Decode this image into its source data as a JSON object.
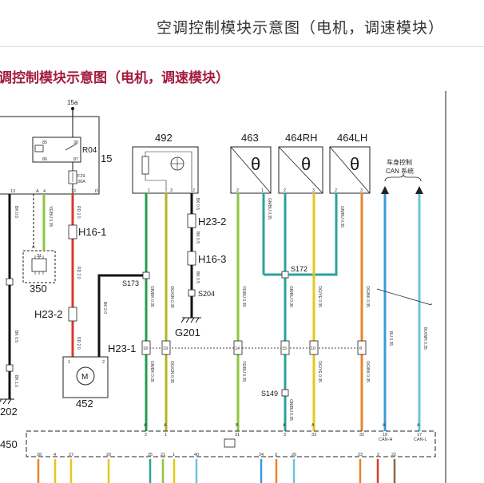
{
  "header": {
    "page_title": "空调控制模块示意图（电机，调速模块）",
    "section_title": "调控制模块示意图（电机，调速模块）"
  },
  "components": {
    "fuse_block_top": "15a",
    "relay": "R04",
    "fuse_block_right": "15",
    "fuse": "F29",
    "fuse_rating": "30A",
    "relay_pins": [
      "85",
      "86",
      "30",
      "87"
    ],
    "module_492": "492",
    "module_463": "463",
    "module_464rh": "464RH",
    "module_464lh": "464LH",
    "motor_symbol": "M",
    "motor_ref": "452",
    "sensor_ref": "350",
    "sensor_pin": "31",
    "ground": "G201",
    "bottom_connector": "450",
    "left_ground": "202",
    "theta": "θ",
    "can_title_line1": "车身控制",
    "can_title_line2": "CAN 系统"
  },
  "connectors": {
    "h16_1": "H16-1",
    "h16_3": "H16-3",
    "h23_2_left": "H23-2",
    "h23_2_right": "H23-2",
    "h23_1": "H23-1"
  },
  "splices": {
    "s172": "S172",
    "s173": "S173",
    "s204": "S204",
    "s149": "S149"
  },
  "wire_labels": {
    "bk05_left": "BK 0.5",
    "bk05_left2": "BK 0.5",
    "bk10_left": "BK 1.0",
    "yebu": "YE/BU 0.35",
    "rd10": "RD 1.0",
    "rd20_a": "RD 2.0",
    "rd20_b": "RD 2.0",
    "bk20": "BK 2.0",
    "gnbk": "GN/BK 0.35",
    "gnbk_low": "GN/BK 0.35",
    "oggn": "OG/GN 0.35",
    "oggn_low": "OG/GN 0.35",
    "bk05_a": "BK 0.5",
    "bk05_b": "BK 0.5",
    "bk05_c": "BK 0.5",
    "yebu_463": "YE/BU 0.35",
    "yebu_463_low": "YE/BU 0.35",
    "gnbu_463": "GN/BU 0.35",
    "gnbu_mid": "GN/BU 0.35",
    "gnbu_low": "GN/BU 0.35",
    "ogye": "OG/YE 0.35",
    "ogye_low": "OG/YE 0.35",
    "gnbu_464lh": "GN/BU 0.35",
    "ogbk": "OG/BK 0.35",
    "ogbk_low": "OG/BK 0.35",
    "bu": "BU 0.35",
    "buwh": "BU/WH 0.35"
  },
  "pins": {
    "left_box": [
      "13",
      "A",
      "4",
      "12",
      "D"
    ],
    "m492": [
      "1",
      "3",
      "2"
    ],
    "m463": [
      "2",
      "1"
    ],
    "m464rh": [
      "2",
      "3"
    ],
    "m464lh": [
      "2",
      "3"
    ],
    "motor": [
      "1",
      "2"
    ],
    "h23_1": [
      "18",
      "19",
      "14",
      "15",
      "10",
      "8"
    ],
    "bottom_row": [
      "A",
      "A",
      "B",
      "A",
      "A",
      "A",
      "A"
    ],
    "bottom_nums": [
      "2",
      "1",
      "31",
      "3",
      "33",
      "32",
      "18",
      "17"
    ],
    "can": [
      "CAN-H",
      "CAN-L"
    ],
    "lower_row": [
      "28",
      "4",
      "27",
      "20",
      "25",
      "21",
      "1",
      "40",
      "24",
      "3",
      "26",
      "23",
      "2",
      "22"
    ]
  },
  "colors": {
    "black": "#111111",
    "red": "#d83a2e",
    "green": "#239b4f",
    "light_green": "#8cc63f",
    "yellow": "#e6c619",
    "teal": "#2ba39b",
    "blue": "#3b9ad9",
    "light_blue": "#6fc3e0",
    "orange": "#e8842a",
    "title_red": "#a31c3d"
  }
}
